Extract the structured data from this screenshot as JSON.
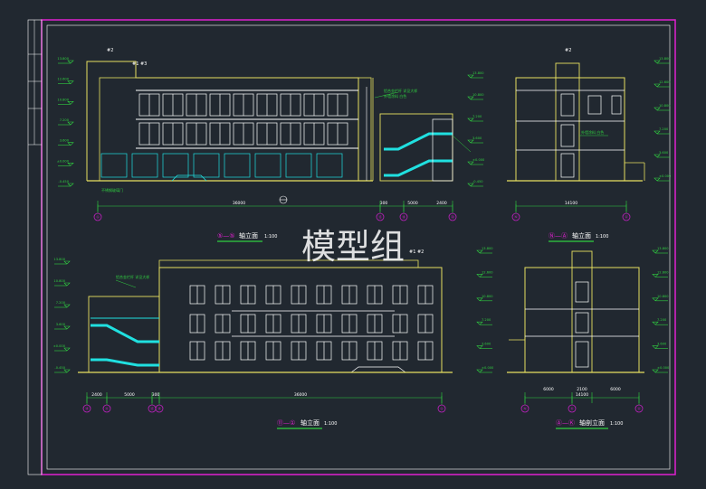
{
  "colors": {
    "background": "#212830",
    "frame": "#e020d0",
    "outline": "#e8e060",
    "windows": "#ffffff",
    "dims": "#30d040",
    "glass": "#20e0e0",
    "axis": "#c020c0",
    "watermark": "#ffffff"
  },
  "watermark": "模型组",
  "views": [
    {
      "title_axes": "⑤—⑤",
      "title_text": "轴立面",
      "scale": "1:100"
    },
    {
      "title_axes": "Ⓝ—Ⓐ",
      "title_text": "轴立面",
      "scale": "1:100"
    },
    {
      "title_axes": "⑪—①",
      "title_text": "轴立面",
      "scale": "1:100"
    },
    {
      "title_axes": "Ⓐ—Ⓚ",
      "title_text": "轴剖立面",
      "scale": "1:100"
    }
  ],
  "axis_labels": {
    "view1": [
      "①",
      "⑮",
      "⑱",
      "⑳"
    ],
    "view2": [
      "Ⓝ",
      "Ⓐ"
    ],
    "view3": [
      "⑭",
      "⑪",
      "⑬",
      "⑭",
      "①"
    ],
    "view4": [
      "Ⓝ",
      "Ⓚ",
      "Ⓐ"
    ]
  },
  "dimensions": {
    "view1_total": "36000",
    "view1_parts": [
      "300",
      "5000",
      "2400"
    ],
    "view2_total": "14100",
    "view3_total": "36000",
    "view3_parts": [
      "2400",
      "5000",
      "300"
    ],
    "view4_parts": [
      "6000",
      "2100",
      "6000"
    ],
    "view4_total": "14100"
  },
  "level_marks": {
    "view1_left": [
      "13.800",
      "12.600",
      "10.800",
      "7.200",
      "3.600",
      "±0.000",
      "-0.450"
    ],
    "view1_right": [
      "13.800",
      "10.800",
      "7.200",
      "3.600",
      "±0.000",
      "-0.450"
    ],
    "view2_right": [
      "13.800",
      "12.600",
      "10.800",
      "7.200",
      "3.600",
      "±0.000"
    ],
    "view3_left": [
      "13.800",
      "10.800",
      "7.200",
      "3.600",
      "±0.000",
      "-0.450"
    ],
    "view3_right": [
      "13.800",
      "12.600",
      "10.800",
      "7.200",
      "3.600",
      "±0.000"
    ],
    "view4_right": [
      "13.800",
      "12.600",
      "10.800",
      "7.200",
      "3.600",
      "±0.000"
    ]
  },
  "annotations": {
    "top_roof": "#2",
    "top_roof_sub": "#1 #3",
    "view1_note": "铝合金栏杆 详见大样",
    "view1_note_sub": "外墙涂料 白色",
    "view1_door": "不锈钢玻璃门",
    "view2_note": "外墙涂料 白色",
    "view3_note": "铝合金栏杆 详见大样",
    "view3_roof": "#1 #2"
  }
}
